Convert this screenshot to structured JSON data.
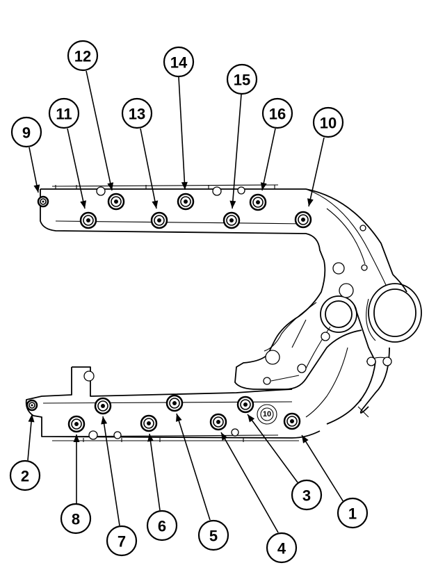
{
  "diagram": {
    "callouts": [
      {
        "label": "1"
      },
      {
        "label": "2"
      },
      {
        "label": "3"
      },
      {
        "label": "4"
      },
      {
        "label": "5"
      },
      {
        "label": "6"
      },
      {
        "label": "7"
      },
      {
        "label": "8"
      },
      {
        "label": "9"
      },
      {
        "label": "10"
      },
      {
        "label": "11"
      },
      {
        "label": "12"
      },
      {
        "label": "13"
      },
      {
        "label": "14"
      },
      {
        "label": "15"
      },
      {
        "label": "16"
      }
    ],
    "colors": {
      "line": "#000000",
      "background": "#ffffff"
    },
    "stamp_text": "10"
  }
}
